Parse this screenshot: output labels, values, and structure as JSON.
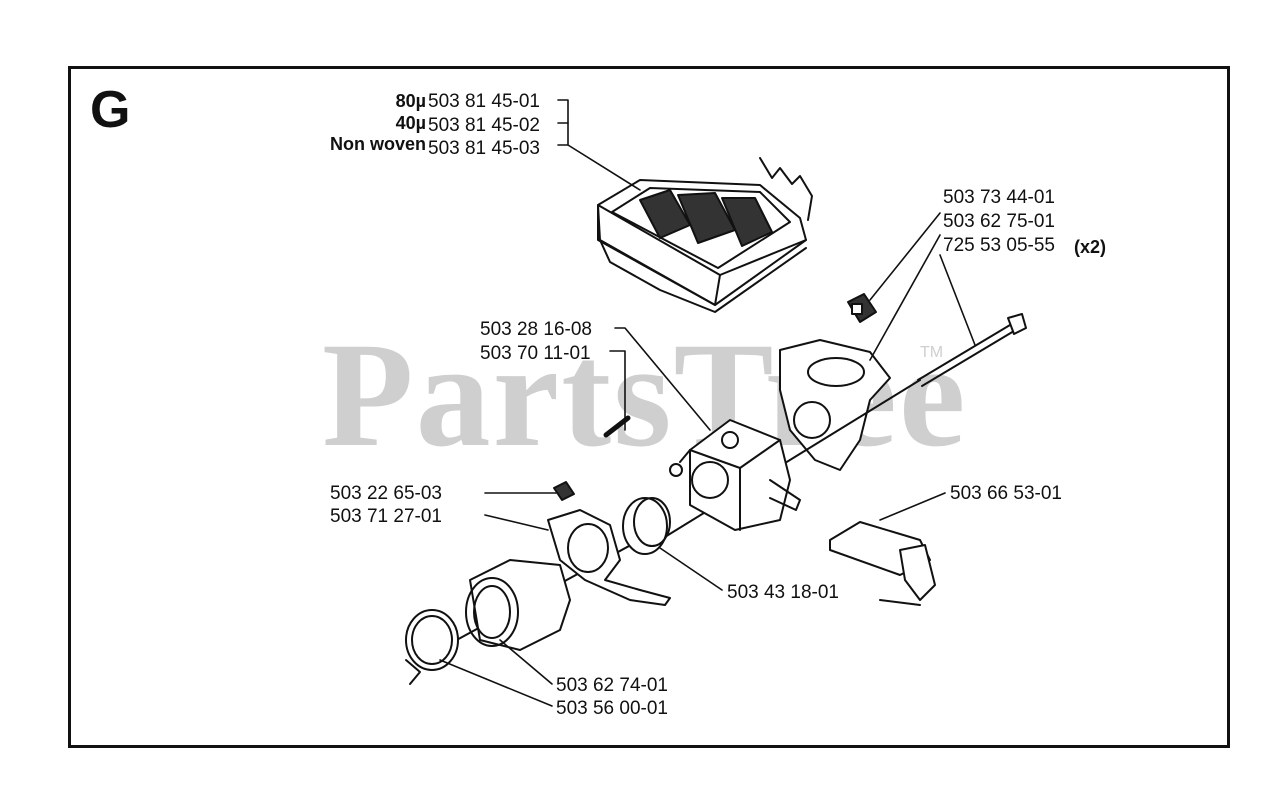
{
  "section_letter": "G",
  "watermark": {
    "text": "PartsTree",
    "trademark": "TM",
    "color": "#cfcfcf"
  },
  "air_filter": {
    "variants": [
      {
        "qualifier": "80µ",
        "part": "503 81 45-01"
      },
      {
        "qualifier": "40µ",
        "part": "503 81 45-02"
      },
      {
        "qualifier": "Non woven",
        "part": "503 81 45-03"
      }
    ]
  },
  "callouts": {
    "c1": "503 73 44-01",
    "c2": "503 62 75-01",
    "c3": "725 53 05-55",
    "c3_qty": "(x2)",
    "c4": "503 28 16-08",
    "c5": "503 70 11-01",
    "c6": "503 22 65-03",
    "c7": "503 71 27-01",
    "c8": "503 66 53-01",
    "c9": "503 43 18-01",
    "c10": "503 62 74-01",
    "c11": "503 56 00-01"
  }
}
